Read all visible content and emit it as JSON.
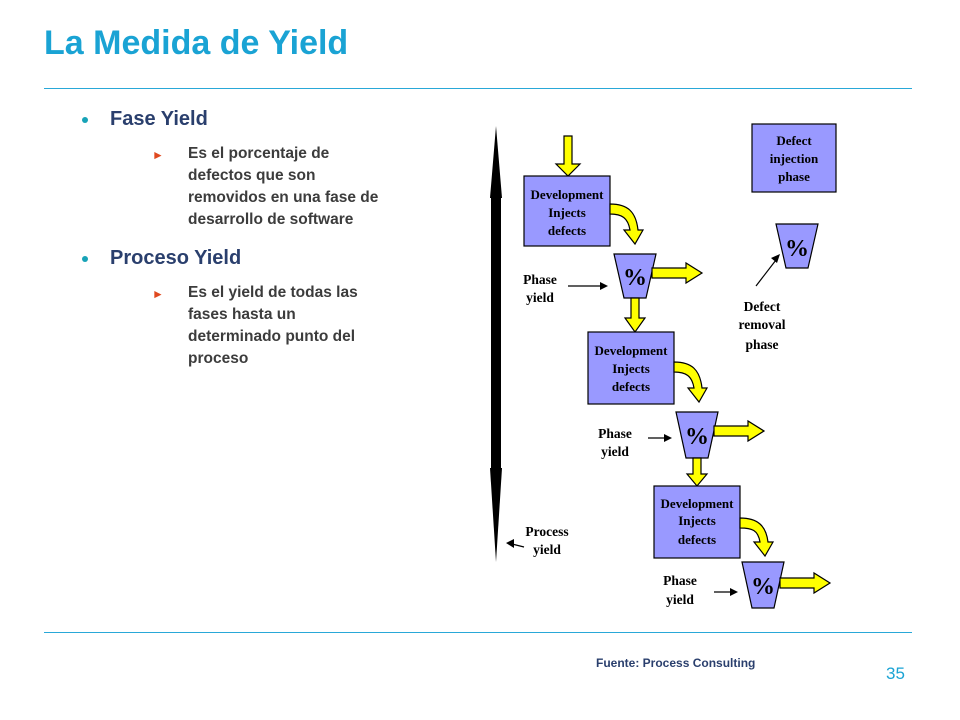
{
  "title": "La Medida de Yield",
  "bullets": [
    {
      "heading": "Fase Yield",
      "sub": "Es el porcentaje de defectos que son removidos en una fase de desarrollo de software"
    },
    {
      "heading": "Proceso Yield",
      "sub": "Es el yield de todas las fases hasta un determinado punto del proceso"
    }
  ],
  "diagram": {
    "dev_box_lines": [
      "Development",
      "Injects",
      "defects"
    ],
    "percent_symbol": "%",
    "phase_yield_lines": [
      "Phase",
      "yield"
    ],
    "process_yield_lines": [
      "Process",
      "yield"
    ],
    "legend_injection_lines": [
      "Defect",
      "injection",
      "phase"
    ],
    "legend_removal_lines": [
      "Defect",
      "removal",
      "phase"
    ],
    "colors": {
      "box_fill": "#9999ff",
      "arrow_fill": "#ffff00",
      "outline": "#000000"
    }
  },
  "source": "Fuente: Process Consulting",
  "page_number": "35"
}
